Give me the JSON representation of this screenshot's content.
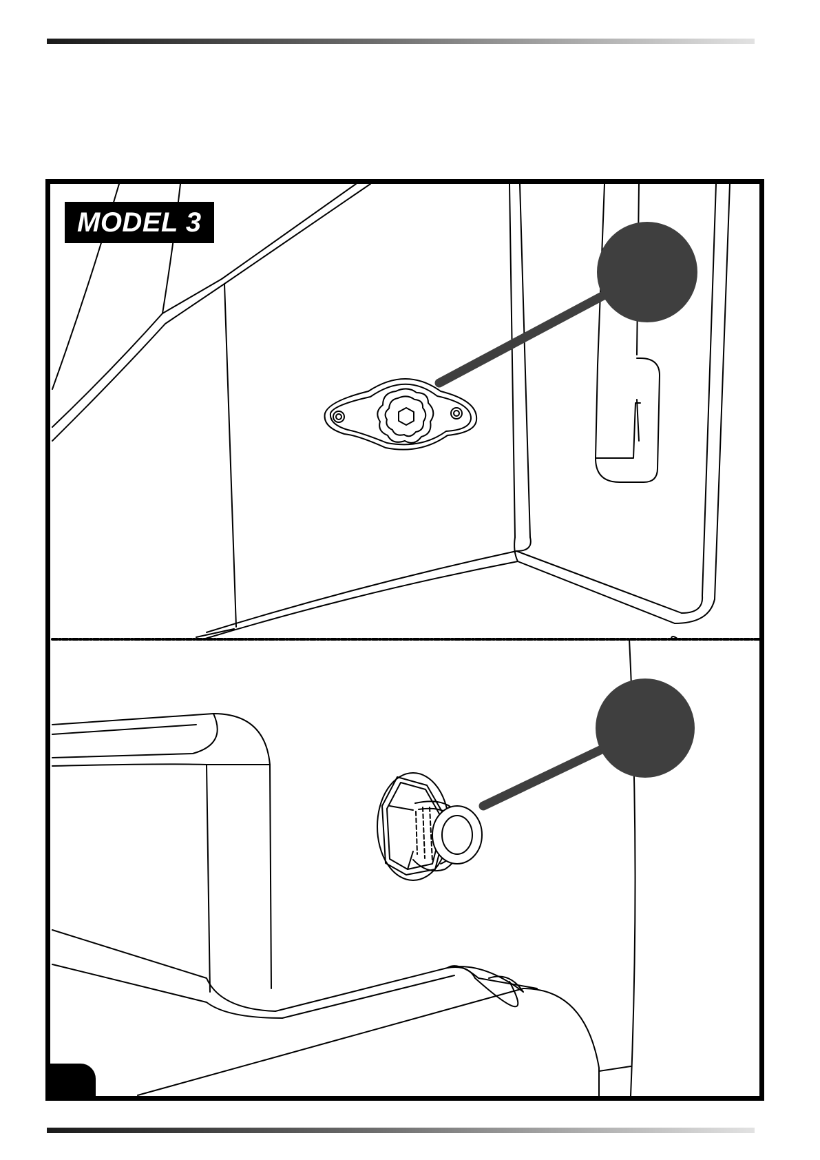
{
  "document": {
    "model_label": "MODEL 3",
    "callouts": [
      {
        "target": "star-knob-mount",
        "color": "#3f3f3f"
      },
      {
        "target": "connector-plug",
        "color": "#3f3f3f"
      }
    ],
    "colors": {
      "line_art": "#000000",
      "callout_fill": "#3f3f3f",
      "background": "#ffffff"
    }
  }
}
